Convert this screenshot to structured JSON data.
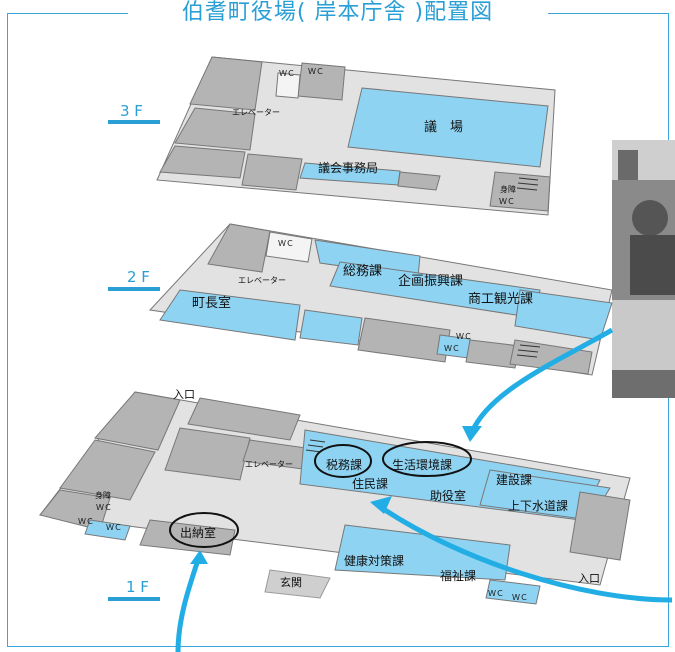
{
  "title": "伯耆町役場( 岸本庁舎 )配置図",
  "floors": {
    "f3": {
      "label": "3 F",
      "rooms": {
        "gijo": "議　場",
        "gikai": "議会事務局"
      },
      "wc_top": [
        "ＷＣ",
        "ＷＣ"
      ],
      "elevator": "エレベーター",
      "shinsho": "身障",
      "shinsho_wc": "ＷＣ"
    },
    "f2": {
      "label": "2 F",
      "rooms": {
        "somu": "総務課",
        "kikaku": "企画振興課",
        "shoko": "商工観光課",
        "chocho": "町長室"
      },
      "wc_top": "ＷＣ",
      "wc_mid": [
        "ＷＣ",
        "ＷＣ"
      ],
      "elevator": "エレベーター"
    },
    "f1": {
      "label": "1 F",
      "rooms": {
        "zeimu": "税務課",
        "seikatsu": "生活環境課",
        "kensetsu": "建設課",
        "jumin": "住民課",
        "joyaku": "助役室",
        "jogesuido": "上下水道課",
        "suitou": "出納室",
        "kenko": "健康対策課",
        "fukushi": "福祉課"
      },
      "iriguchi_top": "入口",
      "iriguchi_right": "入口",
      "genkan": "玄関",
      "elevator": "エレベーター",
      "shinsho": "身障",
      "wc_left": [
        "ＷＣ",
        "ＷＣ",
        "ＷＣ"
      ],
      "wc_right": [
        "ＷＣ",
        "ＷＣ"
      ]
    }
  },
  "colors": {
    "accent": "#2a9fd6",
    "room": "#8fd3f2",
    "gray": "#b4b4b4",
    "floor": "#e2e2e2"
  }
}
